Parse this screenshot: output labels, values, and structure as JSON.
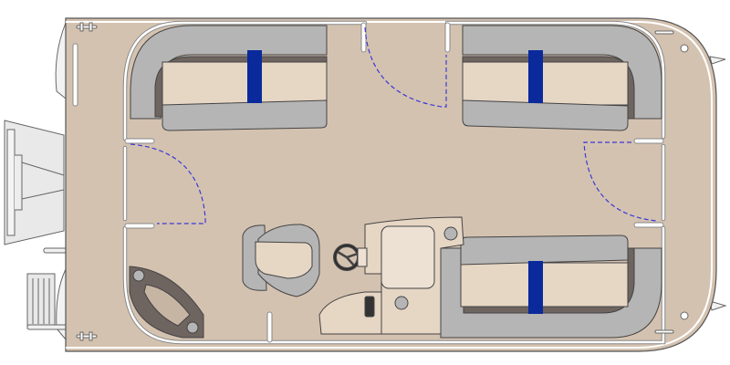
{
  "diagram": {
    "type": "pontoon-boat-floor-plan",
    "colors": {
      "deck": "#d4c2b0",
      "cushion": "#e6d6c4",
      "bolster": "#b5b5b5",
      "trim": "#6e6460",
      "accent_stripe": "#0a2a9c",
      "gate_swing": "#3a3ad8",
      "rail": "#ffffff",
      "outline": "#555555"
    },
    "components": [
      "stern-ladder",
      "boarding-ladder",
      "corner-table",
      "helm-seat",
      "helm-console",
      "steering-wheel",
      "lounge-seat-port-bow",
      "lounge-seat-starboard-bow",
      "lounge-seat-helm-side",
      "gate-port",
      "gate-bow-top",
      "gate-bow-right"
    ]
  }
}
